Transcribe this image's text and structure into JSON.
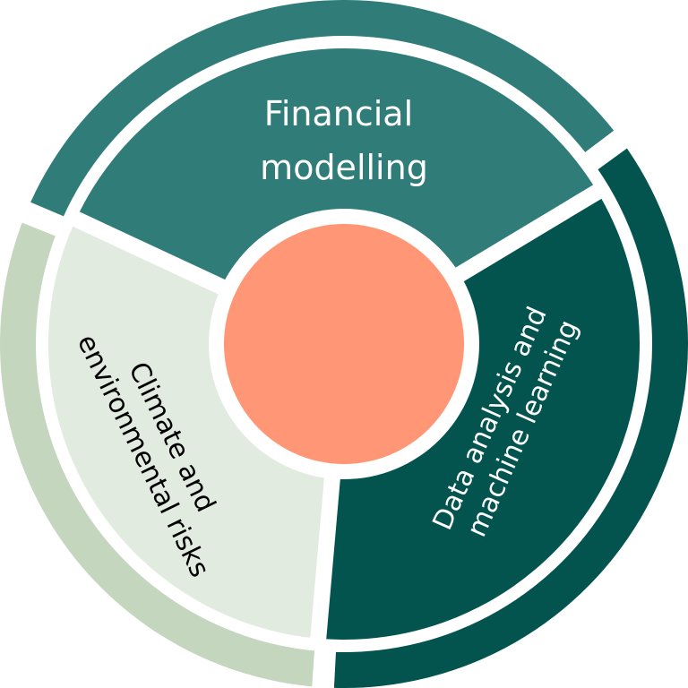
{
  "diagram": {
    "center": {
      "label": "",
      "color": "#FF9676"
    },
    "segments": [
      {
        "id": "financial-modelling",
        "lines": [
          "Financial",
          "modelling"
        ],
        "inner_color": "#2F7C78",
        "outer_color": "#2F7C78",
        "text_color": "#FFFFFF"
      },
      {
        "id": "data-analysis",
        "lines": [
          "Data analysis and",
          "machine learning"
        ],
        "inner_color": "#03544F",
        "outer_color": "#03544F",
        "text_color": "#FFFFFF"
      },
      {
        "id": "climate-risks",
        "lines": [
          "Climate and",
          "environmental risks"
        ],
        "inner_color": "#E1EBE0",
        "outer_color": "#C5D6BF",
        "text_color": "#000000"
      }
    ],
    "separator_color": "#FFFFFF"
  }
}
